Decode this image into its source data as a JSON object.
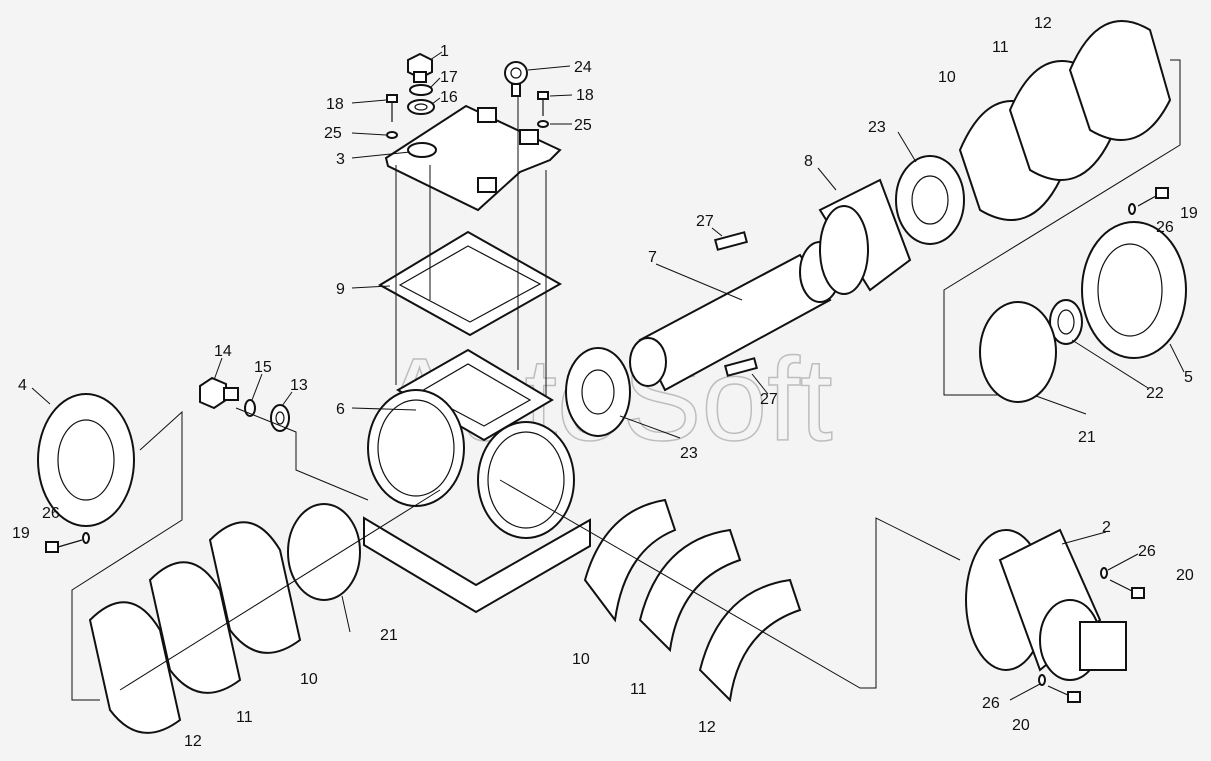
{
  "watermark": "AutoSoft",
  "labels": [
    "1",
    "17",
    "16",
    "18",
    "25",
    "3",
    "24",
    "18",
    "25",
    "9",
    "6",
    "14",
    "15",
    "13",
    "4",
    "19",
    "26",
    "21",
    "10",
    "11",
    "12",
    "27",
    "7",
    "8",
    "23",
    "23",
    "27",
    "12",
    "11",
    "10",
    "19",
    "26",
    "5",
    "22",
    "21",
    "2",
    "26",
    "20",
    "26",
    "20",
    "10",
    "11",
    "12"
  ]
}
